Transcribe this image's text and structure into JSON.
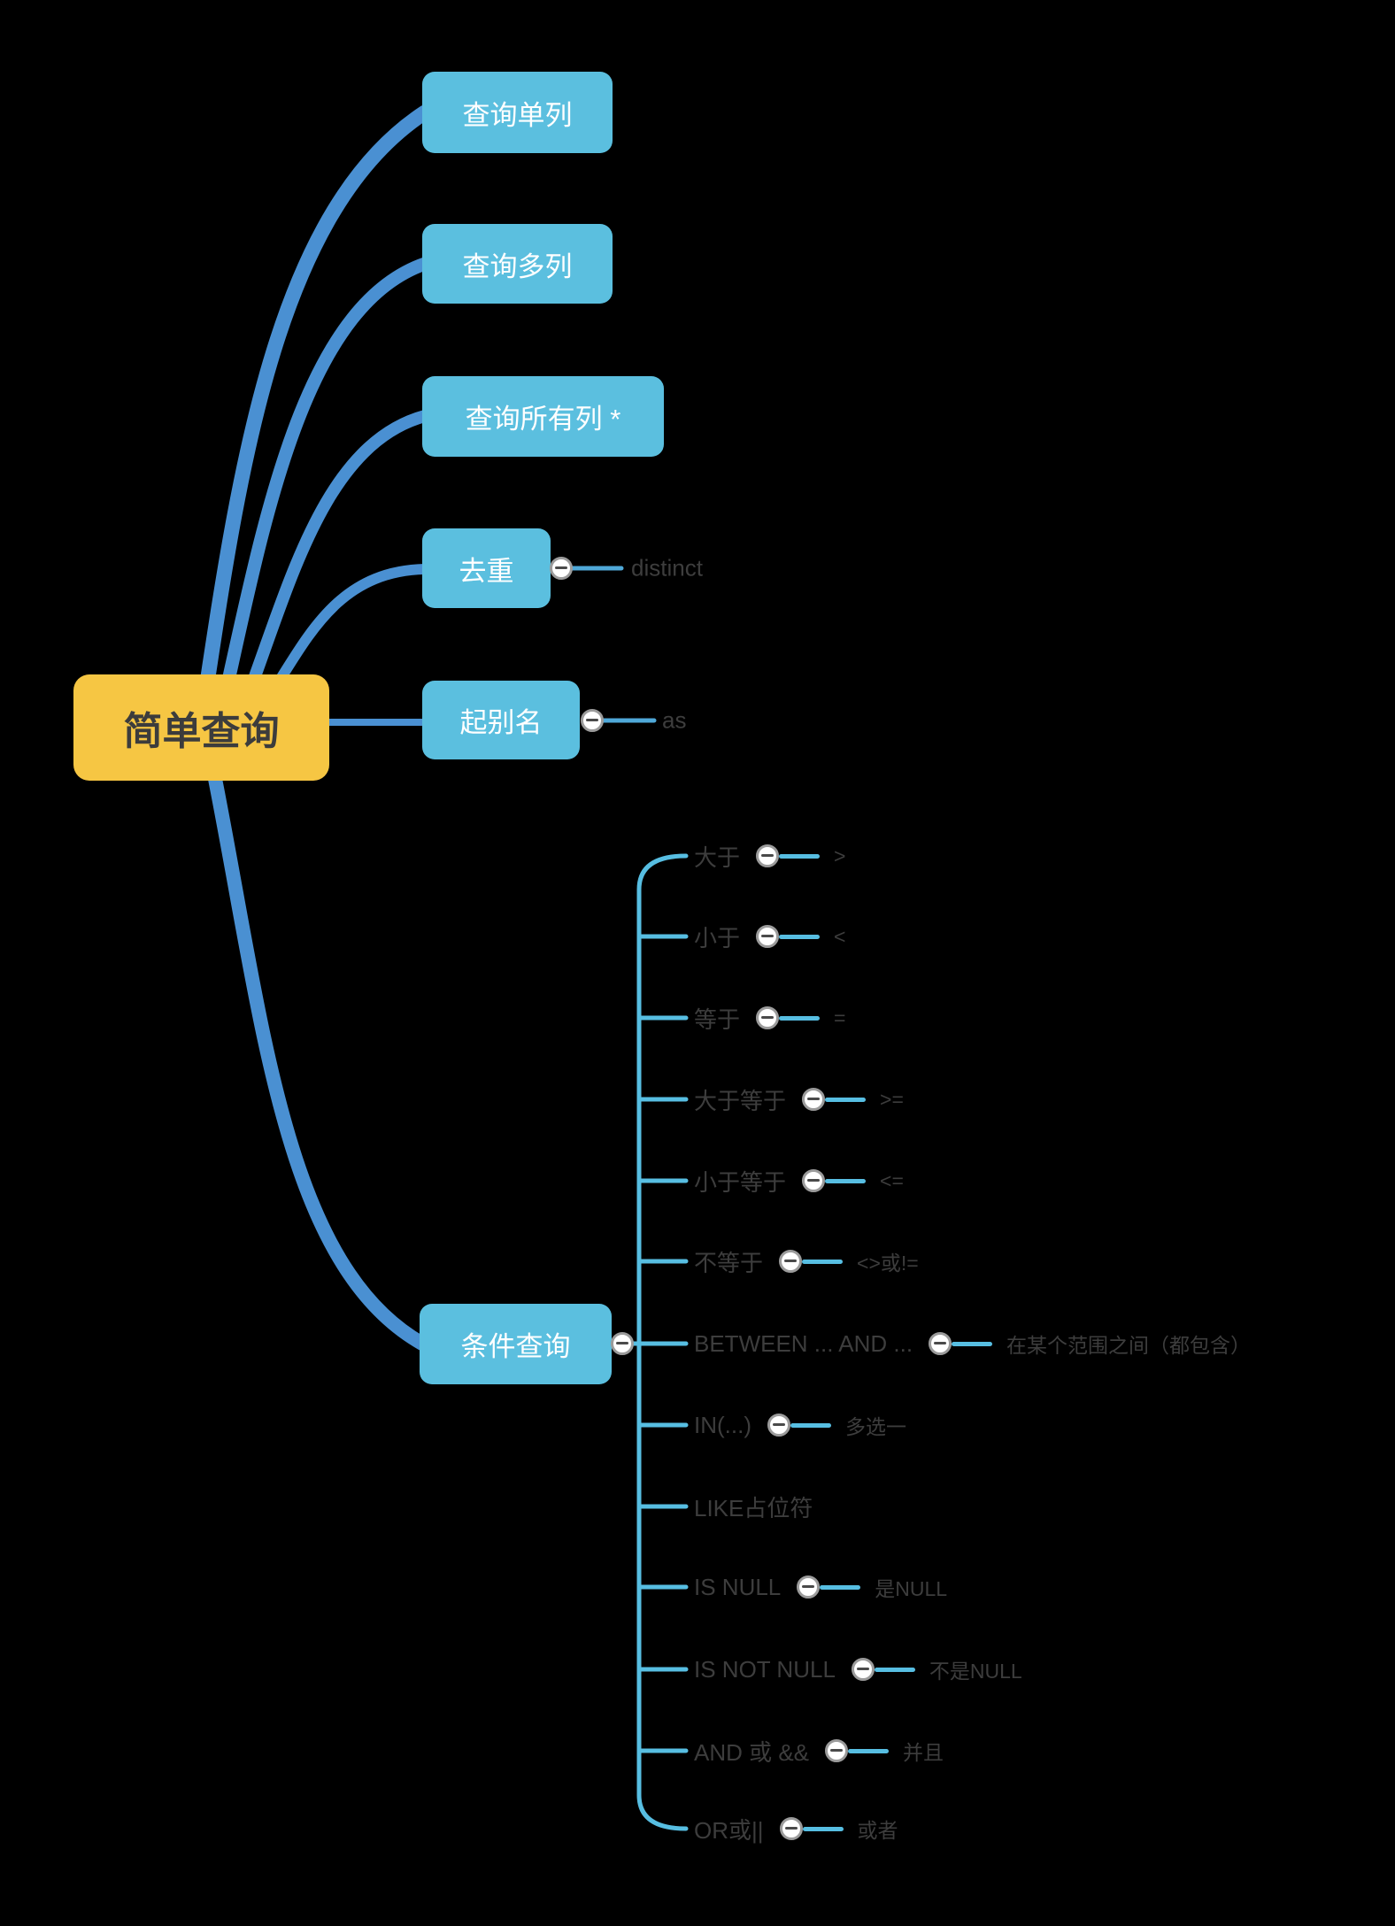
{
  "colors": {
    "background": "#000000",
    "root_fill": "#F6C643",
    "root_text": "#3C3C3C",
    "topic_fill": "#5BBFDF",
    "topic_text": "#FFFFFF",
    "primary_connector": "#4A90D2",
    "secondary_connector": "#4FA8D8",
    "child_connector": "#57BEE2",
    "plain_text": "#3D3D3D",
    "collapse_border": "#9B9B9B",
    "collapse_fill": "#FFFFFF"
  },
  "root": {
    "label": "简单查询"
  },
  "level1": [
    {
      "label": "查询单列"
    },
    {
      "label": "查询多列"
    },
    {
      "label": "查询所有列 *"
    },
    {
      "label": "去重",
      "detail": "distinct"
    },
    {
      "label": "起别名",
      "detail": "as"
    },
    {
      "label": "条件查询"
    }
  ],
  "conditions": [
    {
      "label": "大于",
      "symbol": ">"
    },
    {
      "label": "小于",
      "symbol": "<"
    },
    {
      "label": "等于",
      "symbol": "="
    },
    {
      "label": "大于等于",
      "symbol": ">="
    },
    {
      "label": "小于等于",
      "symbol": "<="
    },
    {
      "label": "不等于",
      "symbol": "<>或!="
    },
    {
      "label": "BETWEEN ... AND ...",
      "symbol": "在某个范围之间（都包含）"
    },
    {
      "label": "IN(...)",
      "symbol": "多选一"
    },
    {
      "label": "LIKE占位符",
      "symbol": ""
    },
    {
      "label": "IS NULL",
      "symbol": "是NULL"
    },
    {
      "label": "IS NOT NULL",
      "symbol": "不是NULL"
    },
    {
      "label": "AND 或 &&",
      "symbol": "并且"
    },
    {
      "label": "OR或||",
      "symbol": "或者"
    }
  ]
}
